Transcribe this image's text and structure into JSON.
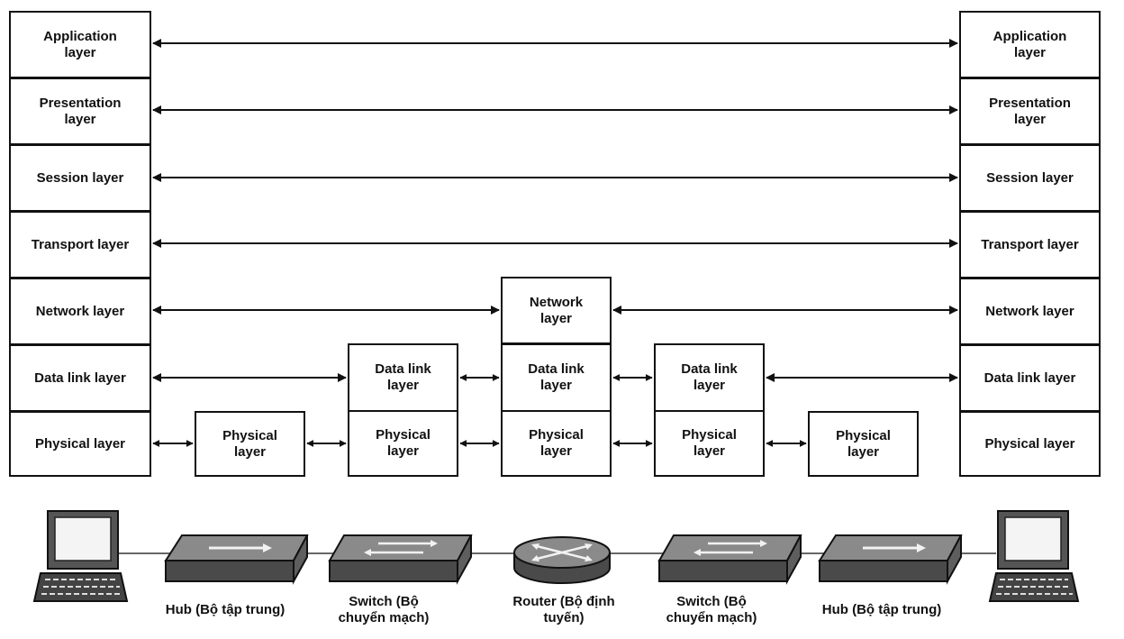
{
  "left_stack": [
    "Application\nlayer",
    "Presentation\nlayer",
    "Session layer",
    "Transport layer",
    "Network layer",
    "Data link layer",
    "Physical layer"
  ],
  "right_stack": [
    "Application\nlayer",
    "Presentation\nlayer",
    "Session layer",
    "Transport layer",
    "Network layer",
    "Data link layer",
    "Physical layer"
  ],
  "hub1": {
    "physical": "Physical\nlayer"
  },
  "switch1": {
    "datalink": "Data link\nlayer",
    "physical": "Physical\nlayer"
  },
  "router": {
    "network": "Network\nlayer",
    "datalink": "Data link\nlayer",
    "physical": "Physical\nlayer"
  },
  "switch2": {
    "datalink": "Data link\nlayer",
    "physical": "Physical\nlayer"
  },
  "hub2": {
    "physical": "Physical\nlayer"
  },
  "devices": {
    "hub1": "Hub (Bộ tập trung)",
    "switch1": "Switch (Bộ\nchuyển mạch)",
    "router": "Router (Bộ định\ntuyến)",
    "switch2": "Switch (Bộ\nchuyển mạch)",
    "hub2": "Hub (Bộ tập trung)"
  },
  "icons": [
    "computer-icon",
    "hub-icon",
    "switch-icon",
    "router-icon",
    "switch-icon",
    "hub-icon",
    "computer-icon"
  ]
}
